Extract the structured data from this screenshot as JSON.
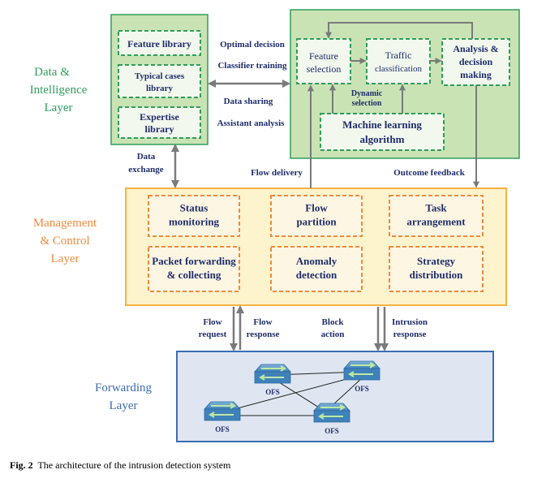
{
  "layers": {
    "data_intelligence": {
      "title_lines": [
        "Data &",
        "Intelligence",
        "Layer"
      ],
      "color": "#2e9e5b"
    },
    "management_control": {
      "title_lines": [
        "Management",
        "& Control",
        "Layer"
      ],
      "color": "#f08a3c"
    },
    "forwarding": {
      "title_lines": [
        "Forwarding",
        "Layer"
      ],
      "color": "#3b6db4"
    }
  },
  "libraries": [
    {
      "lines": [
        "Feature library"
      ]
    },
    {
      "lines": [
        "Typical cases",
        "library"
      ]
    },
    {
      "lines": [
        "Expertise",
        "library"
      ]
    }
  ],
  "intelligence_modules": {
    "feature_selection": [
      "Feature",
      "selection"
    ],
    "traffic_classification": [
      "Traffic",
      "classification"
    ],
    "analysis_decision": [
      "Analysis &",
      "decision",
      "making"
    ],
    "ml_algorithm": [
      "Machine learning",
      "algorithm"
    ],
    "dynamic_selection": [
      "Dynamic",
      "selection"
    ]
  },
  "interface_labels": {
    "optimal_decision": "Optimal decision",
    "classifier_training": "Classifier training",
    "data_sharing": "Data sharing",
    "assistant_analysis": "Assistant analysis",
    "data_exchange": [
      "Data",
      "exchange"
    ],
    "flow_delivery": "Flow delivery",
    "outcome_feedback": "Outcome feedback"
  },
  "management_modules": [
    [
      "Status",
      "monitoring"
    ],
    [
      "Flow",
      "partition"
    ],
    [
      "Task",
      "arrangement"
    ],
    [
      "Packet forwarding",
      "& collecting"
    ],
    [
      "Anomaly",
      "detection"
    ],
    [
      "Strategy",
      "distribution"
    ]
  ],
  "forwarding_labels": {
    "flow_request": [
      "Flow",
      "request"
    ],
    "flow_response": [
      "Flow",
      "response"
    ],
    "block_action": [
      "Block",
      "action"
    ],
    "intrusion_response": [
      "Intrusion",
      "response"
    ]
  },
  "switches": [
    "OFS",
    "OFS",
    "OFS",
    "OFS"
  ],
  "caption": {
    "label": "Fig. 2",
    "text": "The architecture of the intrusion detection system"
  },
  "colors": {
    "green_panel": "#c9e3b4",
    "green_border": "#2e9e5b",
    "green_box_fill": "#f2f8ee",
    "orange_panel": "#fdf3cd",
    "orange_border": "#f5b342",
    "orange_dash": "#f08a3c",
    "blue_panel": "#dfe6f2",
    "blue_border": "#3b6db4",
    "switch": "#4a8fc4",
    "arrow": "#808080"
  }
}
